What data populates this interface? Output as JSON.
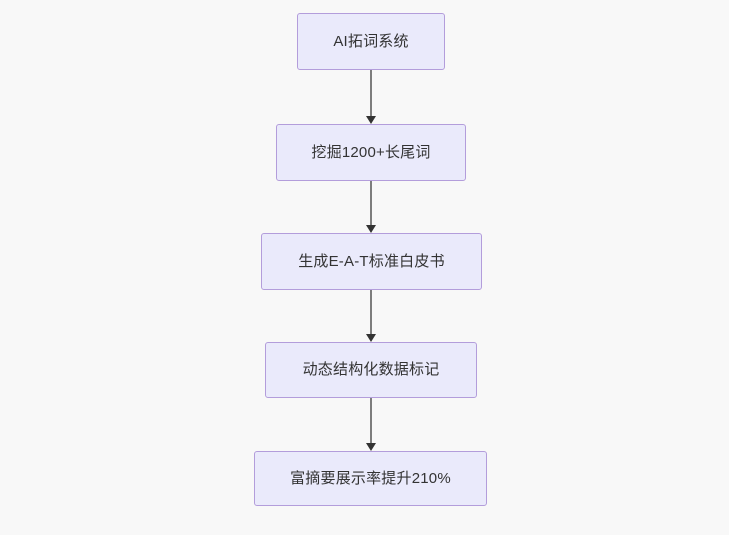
{
  "diagram": {
    "type": "flowchart",
    "orientation": "top-to-bottom",
    "background_color": "#f8f8f8",
    "node_fill_color": "#eaeafb",
    "node_border_color": "#b39ddb",
    "node_text_color": "#333333",
    "connector_line_color": "#7d7d7d",
    "arrowhead_color": "#333333",
    "nodes": [
      {
        "id": "n1",
        "label": "AI拓词系统"
      },
      {
        "id": "n2",
        "label": "挖掘1200+长尾词"
      },
      {
        "id": "n3",
        "label": "生成E-A-T标准白皮书"
      },
      {
        "id": "n4",
        "label": "动态结构化数据标记"
      },
      {
        "id": "n5",
        "label": "富摘要展示率提升210%"
      }
    ],
    "edges": [
      {
        "from": "n1",
        "to": "n2"
      },
      {
        "from": "n2",
        "to": "n3"
      },
      {
        "from": "n3",
        "to": "n4"
      },
      {
        "from": "n4",
        "to": "n5"
      }
    ]
  }
}
